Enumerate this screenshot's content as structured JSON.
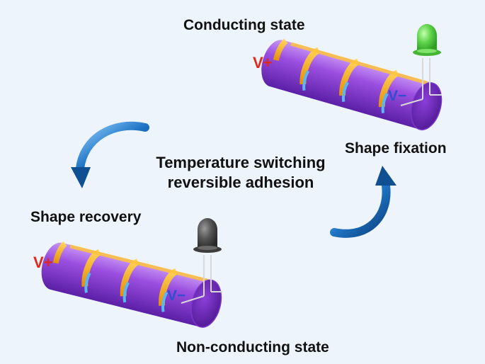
{
  "labels": {
    "top_state": "Conducting state",
    "bottom_state": "Non-conducting state",
    "shape_fixation": "Shape fixation",
    "shape_recovery": "Shape recovery",
    "center_line1": "Temperature switching",
    "center_line2": "reversible adhesion"
  },
  "voltage": {
    "plus": "V+",
    "minus": "V−"
  },
  "colors": {
    "cylinder": "#9b4fe0",
    "electrode": "#f7b21e",
    "led_on": "#5fd44a",
    "led_off": "#555555",
    "arrow": "#1e73c4",
    "v_plus": "#e2271b",
    "v_minus": "#2f4fd0"
  },
  "icons": {
    "led_top": "led-on-icon",
    "led_bottom": "led-off-icon",
    "arrow_left": "curved-arrow-down-icon",
    "arrow_right": "curved-arrow-up-icon"
  }
}
